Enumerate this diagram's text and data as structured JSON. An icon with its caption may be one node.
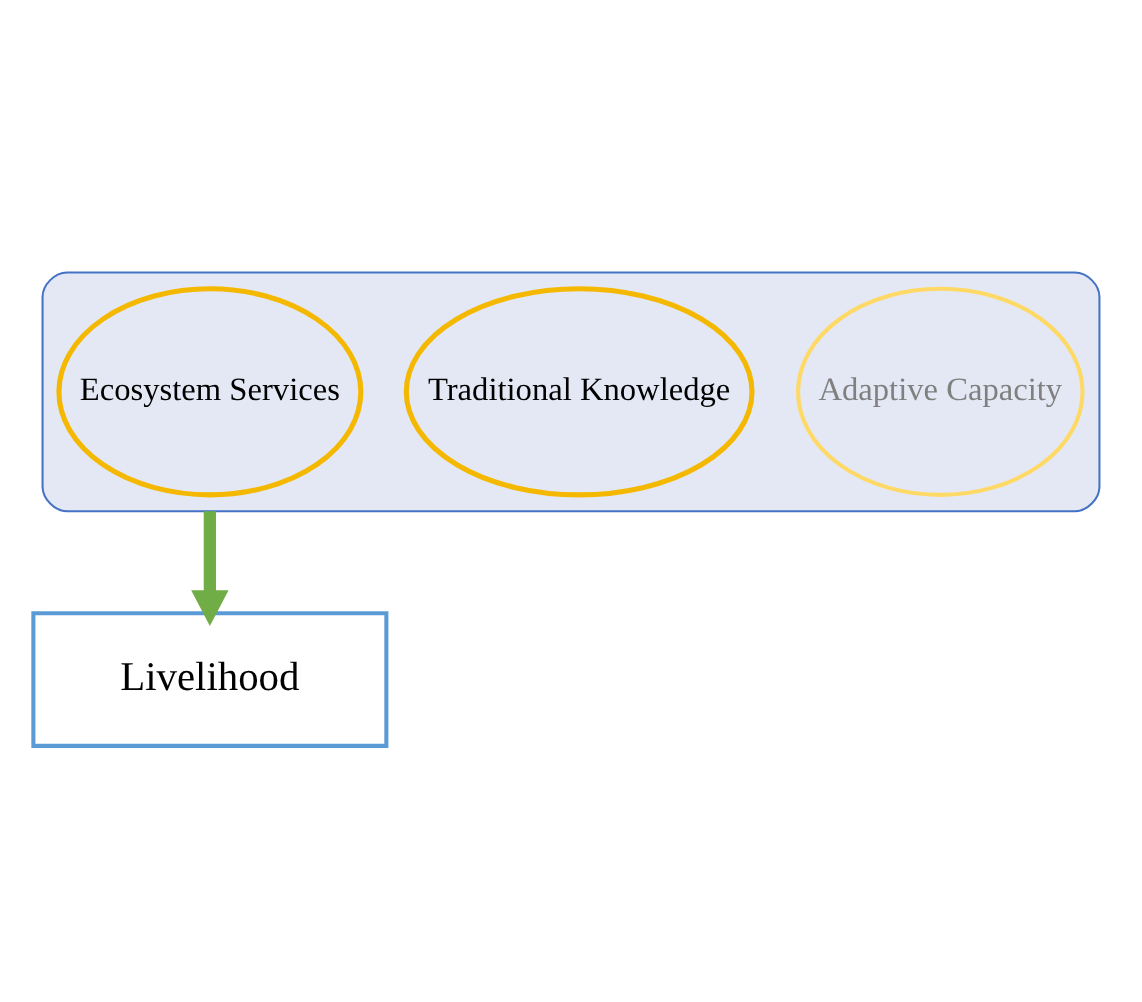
{
  "diagram": {
    "nodes": [
      {
        "text": [],
        "shape": "funnel"
      },
      {
        "text": [
          "Ecosystem Services"
        ],
        "in": 0
      },
      {
        "text": [
          "Traditional Knowledge"
        ],
        "in": 0
      },
      {
        "text": [
          "Adaptive Capacity"
        ],
        "in": 0
      },
      {
        "text": [
          "Livelihood"
        ]
      }
    ],
    "edges": [
      {
        "from": 0,
        "to": 4,
        "arrow": "to",
        "color": "#70ad47"
      }
    ]
  }
}
